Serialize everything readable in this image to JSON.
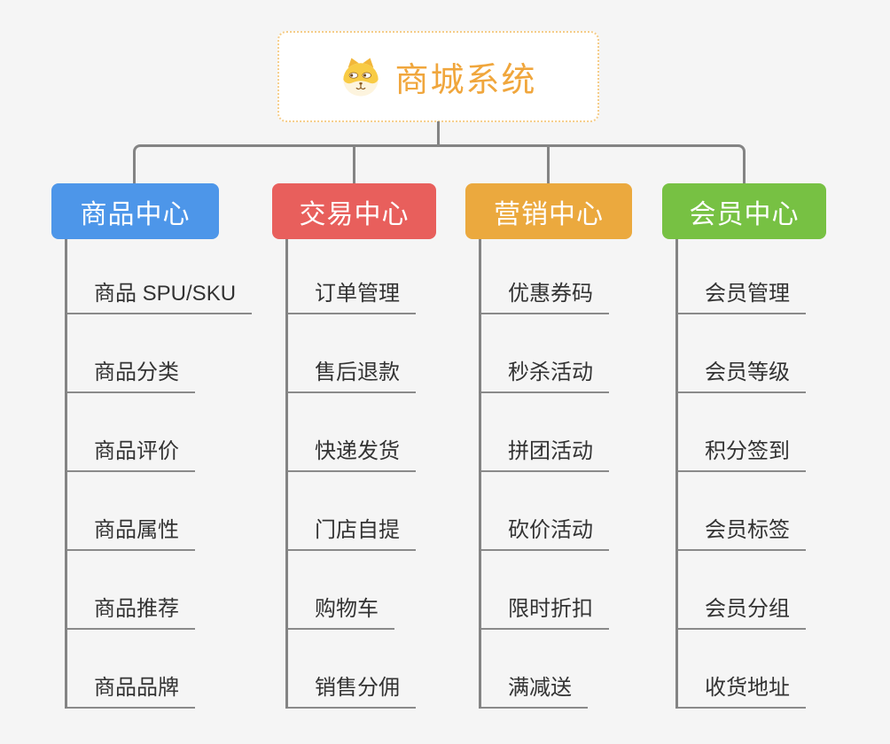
{
  "root": {
    "title": "商城系统",
    "icon": "dog-face-icon",
    "text_color": "#f0a63c",
    "border_color": "#f5cd8a"
  },
  "palette": {
    "background": "#f5f5f5",
    "connector_gray": "#848484"
  },
  "branches": [
    {
      "label": "商品中心",
      "color": "#4d96e9",
      "items": [
        "商品 SPU/SKU",
        "商品分类",
        "商品评价",
        "商品属性",
        "商品推荐",
        "商品品牌"
      ]
    },
    {
      "label": "交易中心",
      "color": "#e85f5c",
      "items": [
        "订单管理",
        "售后退款",
        "快递发货",
        "门店自提",
        "购物车",
        "销售分佣"
      ]
    },
    {
      "label": "营销中心",
      "color": "#eba93e",
      "items": [
        "优惠券码",
        "秒杀活动",
        "拼团活动",
        "砍价活动",
        "限时折扣",
        "满减送"
      ]
    },
    {
      "label": "会员中心",
      "color": "#77c143",
      "items": [
        "会员管理",
        "会员等级",
        "积分签到",
        "会员标签",
        "会员分组",
        "收货地址"
      ]
    }
  ]
}
